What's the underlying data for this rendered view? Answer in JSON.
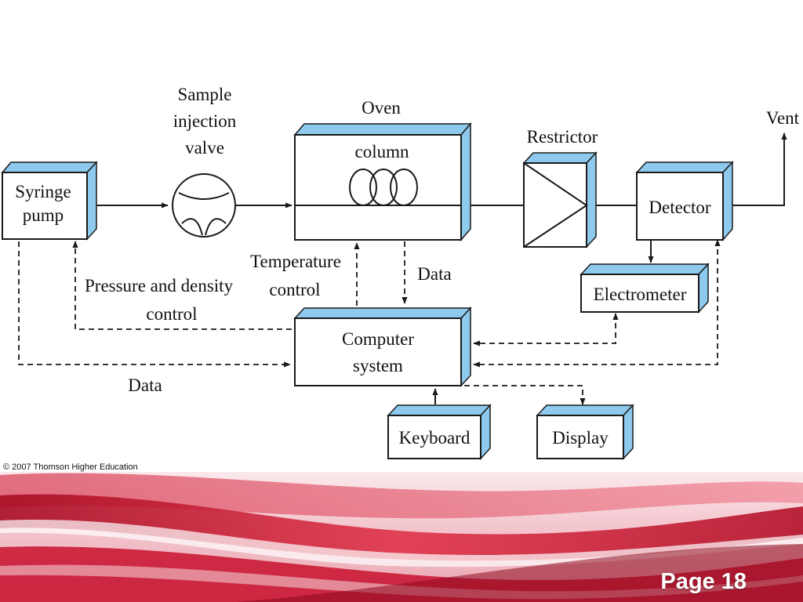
{
  "diagram": {
    "nodes": {
      "syringe_pump": [
        "Syringe",
        "pump"
      ],
      "oven": "Oven",
      "column": "column",
      "restrictor": "Restrictor",
      "detector": "Detector",
      "electrometer": "Electrometer",
      "computer_system": [
        "Computer",
        "system"
      ],
      "keyboard": "Keyboard",
      "display": "Display"
    },
    "labels": {
      "sample_injection_valve": [
        "Sample",
        "injection",
        "valve"
      ],
      "vent": "Vent",
      "temperature_control": [
        "Temperature",
        "control"
      ],
      "oven_data": "Data",
      "pressure_density_control": [
        "Pressure and density",
        "control"
      ],
      "pump_data": "Data"
    }
  },
  "footer": {
    "credit": "© 2007 Thomson Higher Education",
    "page_label": "Page 18"
  },
  "colors": {
    "box_accent": "#8ec9ee",
    "line": "#1a1a1a",
    "footer_red": "#c8102e"
  }
}
